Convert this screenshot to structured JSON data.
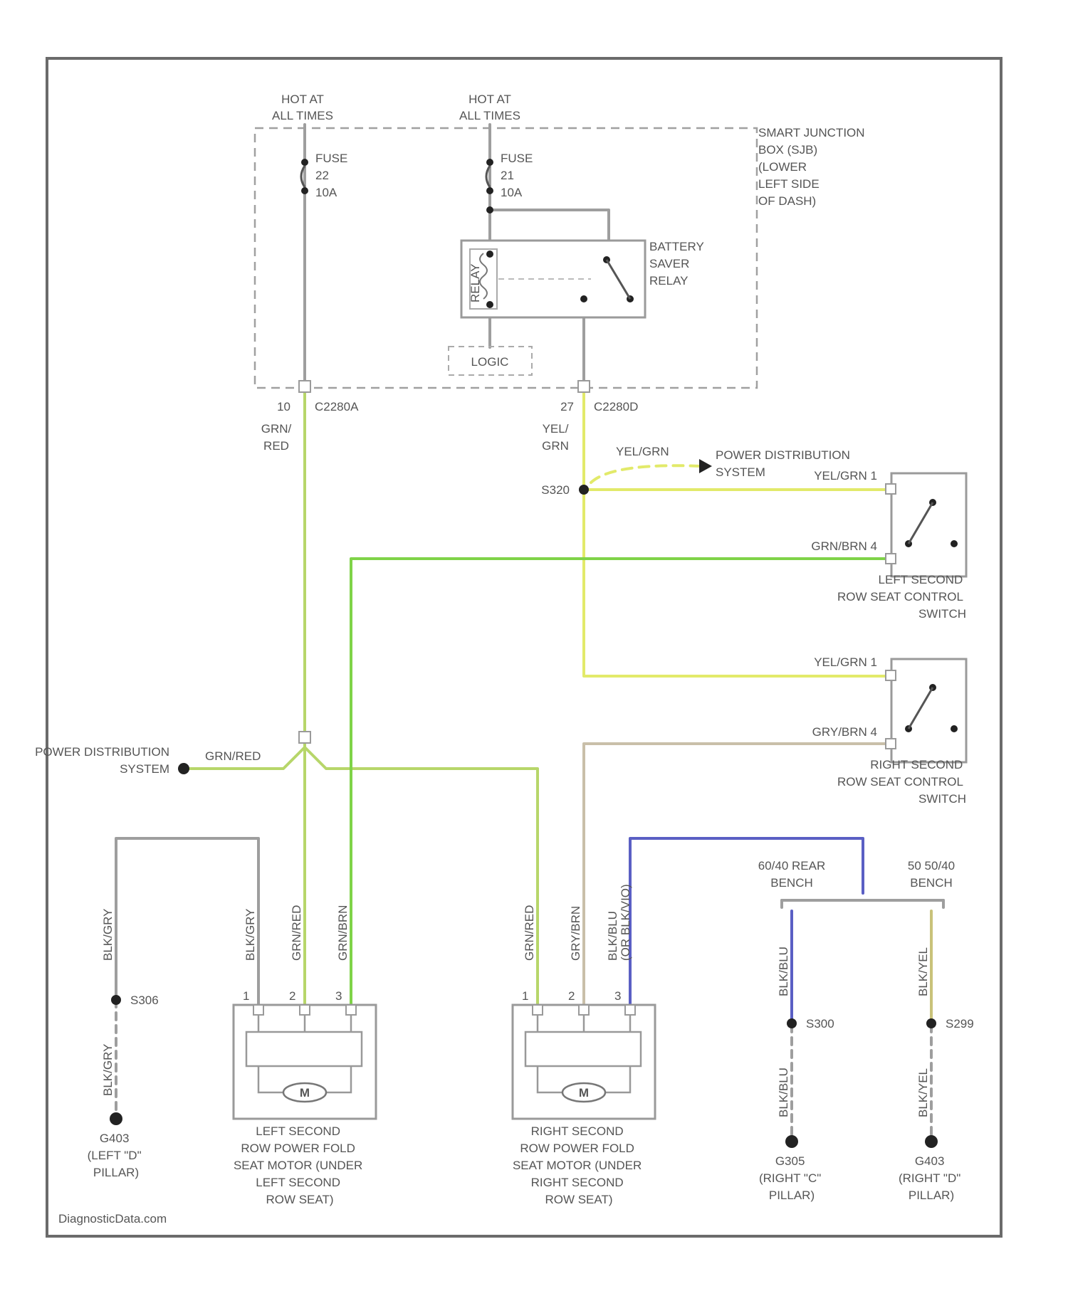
{
  "colors": {
    "frame": "#6b6b6b",
    "gray_wire": "#9e9e9e",
    "grn_red_wire": "#b7d66a",
    "yel_grn_wire": "#e2ea6a",
    "grn_brn_wire": "#7fd348",
    "gry_brn_wire": "#c9bfa9",
    "blu_vio_wire": "#5a5fc4",
    "blk_yel_wire": "#c9c27a"
  },
  "labels": {
    "hot1": [
      "HOT AT",
      "ALL TIMES"
    ],
    "hot2": [
      "HOT AT",
      "ALL TIMES"
    ],
    "fuse1": [
      "FUSE",
      "22",
      "10A"
    ],
    "fuse2": [
      "FUSE",
      "21",
      "10A"
    ],
    "sjb": [
      "SMART JUNCTION",
      "BOX (SJB)",
      "(LOWER",
      "LEFT SIDE",
      "OF DASH)"
    ],
    "relay": [
      "BATTERY",
      "SAVER",
      "RELAY"
    ],
    "relay_coil_text": "RELAY",
    "logic": "LOGIC",
    "pin10": "10",
    "conn_a": "C2280A",
    "pin27": "27",
    "conn_d": "C2280D",
    "wire_grn_red": [
      "GRN/",
      "RED"
    ],
    "wire_yel_grn": [
      "YEL/",
      "GRN"
    ],
    "yelgrn_pd": "YEL/GRN",
    "pd_right": [
      "POWER DISTRIBUTION",
      "SYSTEM"
    ],
    "s320": "S320",
    "lsw_pin1": "YEL/GRN  1",
    "lsw_pin4": "GRN/BRN  4",
    "lsw_name": [
      "LEFT SECOND",
      "ROW SEAT CONTROL",
      "SWITCH"
    ],
    "rsw_pin1": "YEL/GRN  1",
    "rsw_pin4": "GRY/BRN  4",
    "rsw_name": [
      "RIGHT SECOND",
      "ROW SEAT CONTROL",
      "SWITCH"
    ],
    "pd_left": [
      "POWER DISTRIBUTION",
      "SYSTEM"
    ],
    "grn_red_left": "GRN/RED",
    "bench_6040": [
      "60/40 REAR",
      "BENCH"
    ],
    "bench_5050": [
      "50 50/40",
      "BENCH"
    ],
    "w_blk_gry_1": "BLK/GRY",
    "w_blk_gry_2": "BLK/GRY",
    "w_grn_red_m1": "GRN/RED",
    "w_grn_brn_m1": "GRN/BRN",
    "w_grn_red_m2": "GRN/RED",
    "w_gry_brn_m2": "GRY/BRN",
    "w_blk_blu_m2": [
      "BLK/BLU",
      "(OR BLK/VIO)"
    ],
    "w_blk_blu_r": "BLK/BLU",
    "w_blk_yel_r": "BLK/YEL",
    "w_blk_gry_g": "BLK/GRY",
    "w_blk_blu_g": "BLK/BLU",
    "w_blk_yel_g": "BLK/YEL",
    "m1_pins": [
      "1",
      "2",
      "3"
    ],
    "m2_pins": [
      "1",
      "2",
      "3"
    ],
    "motor_symbol": "M",
    "s_left": "S306",
    "s_mid": "S300",
    "s_right": "S299",
    "g_left": [
      "G403",
      "(LEFT \"D\"",
      "PILLAR)"
    ],
    "g_mid": [
      "G305",
      "(RIGHT \"C\"",
      "PILLAR)"
    ],
    "g_right": [
      "G403",
      "(RIGHT \"D\"",
      "PILLAR)"
    ],
    "m1_name": [
      "LEFT SECOND",
      "ROW POWER FOLD",
      "SEAT MOTOR (UNDER",
      "LEFT SECOND",
      "ROW SEAT)"
    ],
    "m2_name": [
      "RIGHT SECOND",
      "ROW POWER FOLD",
      "SEAT MOTOR (UNDER",
      "RIGHT SECOND",
      "ROW SEAT)"
    ],
    "watermark": "DiagnosticData.com"
  }
}
